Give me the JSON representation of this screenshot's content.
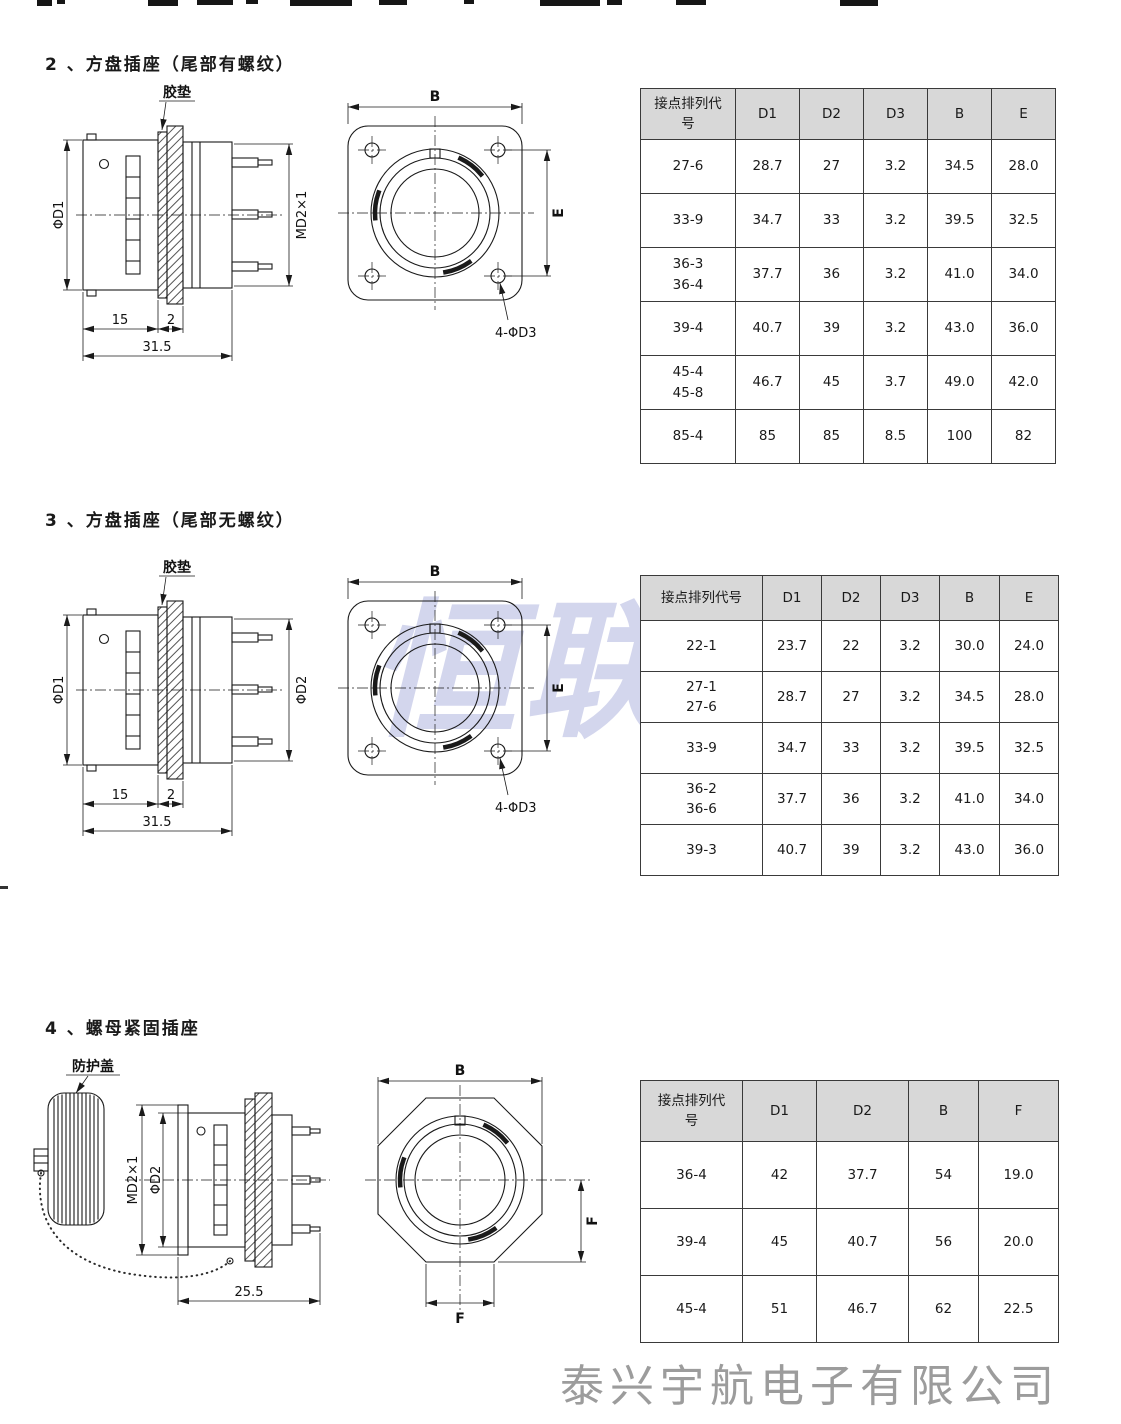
{
  "document": {
    "watermark": "恒联",
    "footer_company": "泰兴宇航电子有限公司"
  },
  "sections": {
    "s2": {
      "heading": "2 、方盘插座（尾部有螺纹）",
      "labels": {
        "gasket": "胶垫",
        "d1": "ΦD1",
        "md2": "MD2×1",
        "len15": "15",
        "len2": "2",
        "len315": "31.5",
        "b": "B",
        "e": "E",
        "holes": "4-ΦD3"
      },
      "table": {
        "headers": [
          "接点排列代\n号",
          "D1",
          "D2",
          "D3",
          "B",
          "E"
        ],
        "rows": [
          [
            "27-6",
            "28.7",
            "27",
            "3.2",
            "34.5",
            "28.0"
          ],
          [
            "33-9",
            "34.7",
            "33",
            "3.2",
            "39.5",
            "32.5"
          ],
          [
            "36-3\n36-4",
            "37.7",
            "36",
            "3.2",
            "41.0",
            "34.0"
          ],
          [
            "39-4",
            "40.7",
            "39",
            "3.2",
            "43.0",
            "36.0"
          ],
          [
            "45-4\n45-8",
            "46.7",
            "45",
            "3.7",
            "49.0",
            "42.0"
          ],
          [
            "85-4",
            "85",
            "85",
            "8.5",
            "100",
            "82"
          ]
        ]
      }
    },
    "s3": {
      "heading": "3 、方盘插座（尾部无螺纹）",
      "labels": {
        "gasket": "胶垫",
        "d1": "ΦD1",
        "d2": "ΦD2",
        "len15": "15",
        "len2": "2",
        "len315": "31.5",
        "b": "B",
        "e": "E",
        "holes": "4-ΦD3"
      },
      "table": {
        "headers": [
          "接点排列代号",
          "D1",
          "D2",
          "D3",
          "B",
          "E"
        ],
        "rows": [
          [
            "22-1",
            "23.7",
            "22",
            "3.2",
            "30.0",
            "24.0"
          ],
          [
            "27-1\n27-6",
            "28.7",
            "27",
            "3.2",
            "34.5",
            "28.0"
          ],
          [
            "33-9",
            "34.7",
            "33",
            "3.2",
            "39.5",
            "32.5"
          ],
          [
            "36-2\n36-6",
            "37.7",
            "36",
            "3.2",
            "41.0",
            "34.0"
          ],
          [
            "39-3",
            "40.7",
            "39",
            "3.2",
            "43.0",
            "36.0"
          ]
        ]
      }
    },
    "s4": {
      "heading": "4 、螺母紧固插座",
      "labels": {
        "cap": "防护盖",
        "md2": "MD2×1",
        "d2": "ΦD2",
        "len255": "25.5",
        "b": "B",
        "f_right": "F",
        "f_bottom": "F"
      },
      "table": {
        "headers": [
          "接点排列代\n号",
          "D1",
          "D2",
          "B",
          "F"
        ],
        "rows": [
          [
            "36-4",
            "42",
            "37.7",
            "54",
            "19.0"
          ],
          [
            "39-4",
            "45",
            "40.7",
            "56",
            "20.0"
          ],
          [
            "45-4",
            "51",
            "46.7",
            "62",
            "22.5"
          ]
        ]
      }
    }
  }
}
